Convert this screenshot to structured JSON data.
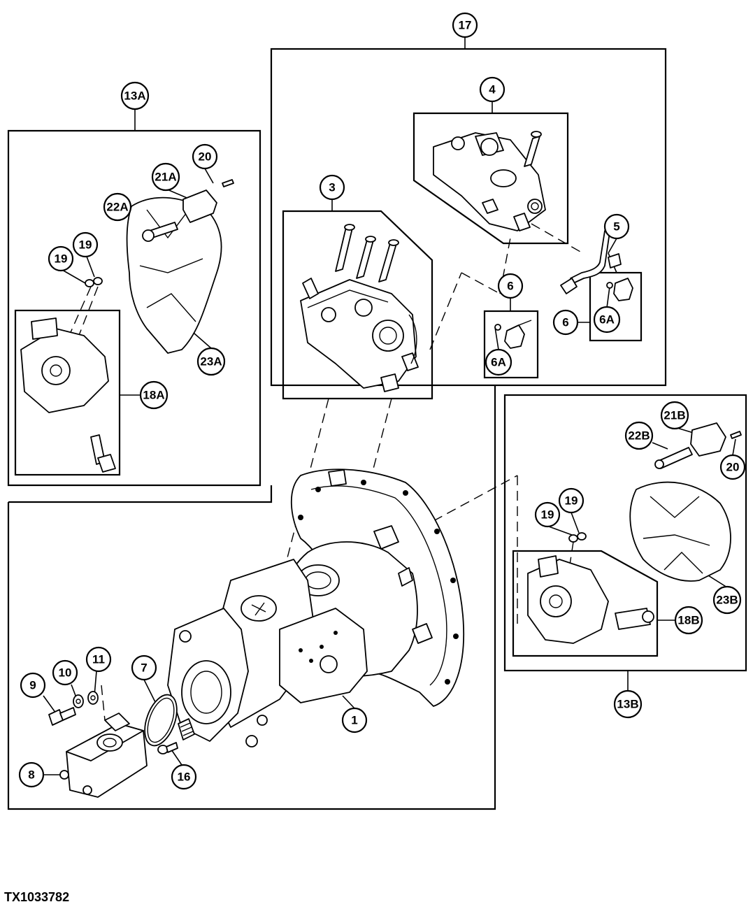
{
  "figure_id": "TX1033782",
  "callouts": {
    "c17": "17",
    "c13A": "13A",
    "c13B": "13B",
    "c4": "4",
    "c3": "3",
    "c5": "5",
    "c6_top": "6",
    "c6_right": "6",
    "c6A_left": "6A",
    "c6A_right": "6A",
    "c20_a": "20",
    "c21A": "21A",
    "c22A": "22A",
    "c19_a1": "19",
    "c19_a2": "19",
    "c23A": "23A",
    "c18A": "18A",
    "c21B": "21B",
    "c22B": "22B",
    "c20_b": "20",
    "c19_b1": "19",
    "c19_b2": "19",
    "c23B": "23B",
    "c18B": "18B",
    "c1": "1",
    "c7": "7",
    "c8": "8",
    "c9": "9",
    "c10": "10",
    "c11": "11",
    "c16": "16"
  }
}
